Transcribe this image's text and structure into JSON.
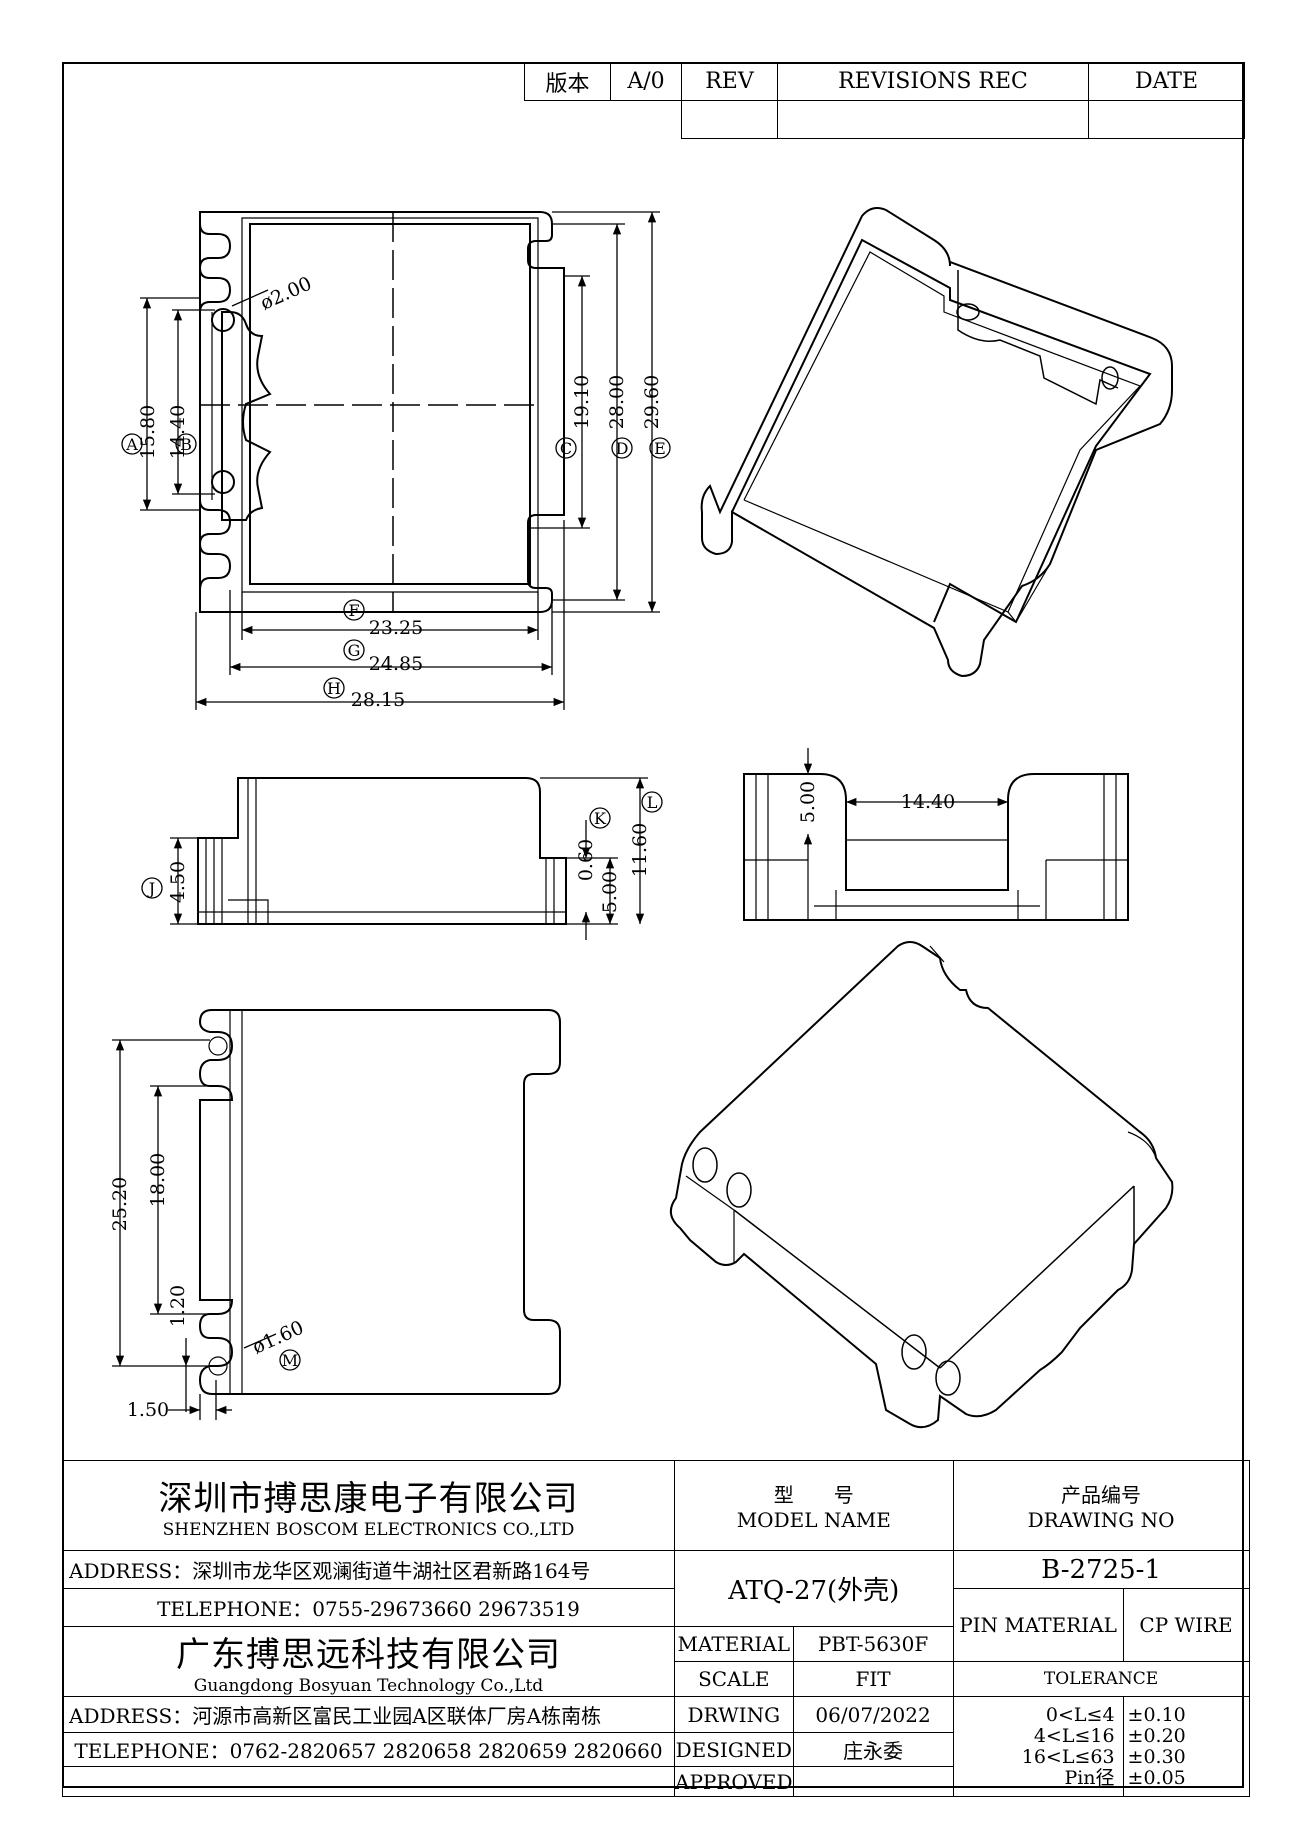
{
  "revisions": {
    "version_label": "版本",
    "version_value": "A/0",
    "rev_label": "REV",
    "rec_label": "REVISIONS REC",
    "date_label": "DATE"
  },
  "dimensions": {
    "A": "15.80",
    "B": "14.40",
    "C": "19.10",
    "D": "28.00",
    "E": "29.60",
    "F": "23.25",
    "G": "24.85",
    "H": "28.15",
    "hole": "ø2.00",
    "J": "4.50",
    "K": "0.60",
    "side_5": "5.00",
    "L": "11.60",
    "front_5": "5.00",
    "front_w": "14.40",
    "b_25": "25.20",
    "b_18": "18.00",
    "b_120": "1.20",
    "b_150": "1.50",
    "M": "ø1.60"
  },
  "labels": {
    "A": "A",
    "B": "B",
    "C": "C",
    "D": "D",
    "E": "E",
    "F": "F",
    "G": "G",
    "H": "H",
    "J": "J",
    "K": "K",
    "L": "L",
    "M": "M"
  },
  "title_block": {
    "company1_cn": "深圳市搏思康电子有限公司",
    "company1_en": "SHENZHEN BOSCOM ELECTRONICS CO.,LTD",
    "address1": "ADDRESS：深圳市龙华区观澜街道牛湖社区君新路164号",
    "telephone1": "TELEPHONE：0755-29673660 29673519",
    "company2_cn": "广东搏思远科技有限公司",
    "company2_en": "Guangdong Bosyuan Technology Co.,Ltd",
    "address2": "ADDRESS：河源市高新区富民工业园A区联体厂房A栋南栋",
    "telephone2": "TELEPHONE：0762-2820657 2820658 2820659 2820660",
    "model_cn": "型　　号",
    "model_en": "MODEL NAME",
    "drawing_cn": "产品编号",
    "drawing_en": "DRAWING NO",
    "model_value": "ATQ-27(外壳)",
    "drawing_value": "B-2725-1",
    "material_label": "MATERIAL",
    "material_value": "PBT-5630F",
    "pin_material_label": "PIN MATERIAL",
    "pin_material_value": "CP WIRE",
    "scale_label": "SCALE",
    "scale_value": "FIT",
    "tolerance_label": "TOLERANCE",
    "drwing_label": "DRWING",
    "drwing_value": "06/07/2022",
    "designed_label": "DESIGNED",
    "designed_value": "庄永委",
    "approved_label": "APPROVED",
    "approved_value": "",
    "tolerances": [
      {
        "range": "0<L≤4",
        "value": "±0.10"
      },
      {
        "range": "4<L≤16",
        "value": "±0.20"
      },
      {
        "range": "16<L≤63",
        "value": "±0.30"
      },
      {
        "range": "Pin径",
        "value": "±0.05"
      }
    ]
  }
}
